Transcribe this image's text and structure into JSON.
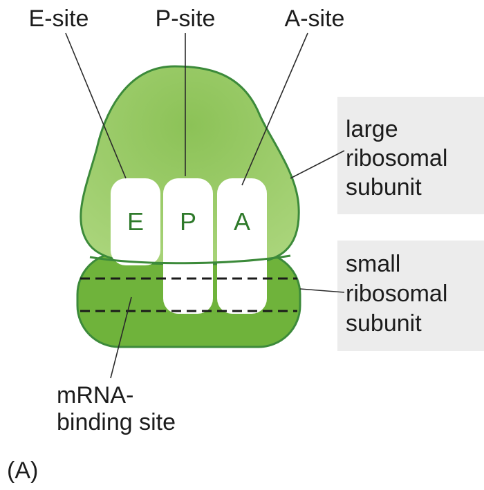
{
  "sites": {
    "e_site": "E-site",
    "p_site": "P-site",
    "a_site": "A-site",
    "e_letter": "E",
    "p_letter": "P",
    "a_letter": "A"
  },
  "large_subunit": {
    "line1": "large",
    "line2": "ribosomal",
    "line3": "subunit"
  },
  "small_subunit": {
    "line1": "small",
    "line2": "ribosomal",
    "line3": "subunit"
  },
  "mrna_label": {
    "line1": "mRNA-",
    "line2": "binding site"
  },
  "panel_label": "(A)",
  "colors": {
    "large_subunit_fill": "#9fce6a",
    "small_subunit_fill": "#6fb33b",
    "outline": "#3c8a3a",
    "site_letter": "#2f7a2b",
    "label_panel_bg": "#ececec"
  }
}
